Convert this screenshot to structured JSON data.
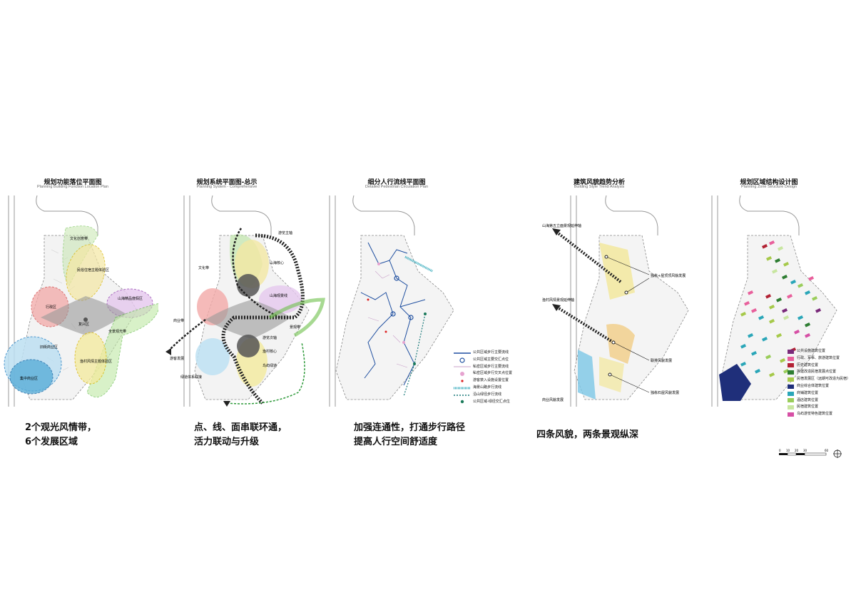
{
  "panels": [
    {
      "title": "规划功能落位平面图",
      "subtitle": "Planning Building Function Location Plan"
    },
    {
      "title": "规划系统平面图-总示",
      "subtitle": "Planning System - Comprehensive"
    },
    {
      "title": "细分人行流线平面图",
      "subtitle": "Detailed Pedestrian Circulation Plan"
    },
    {
      "title": "建筑风貌趋势分析",
      "subtitle": "Building Style Trend Analysis"
    },
    {
      "title": "规划区域结构设计图",
      "subtitle": "Planning Zone Structure Design"
    }
  ],
  "function_labels": [
    "文化创意带",
    "民俗住宿主题体验区",
    "山海精品度假区",
    "行政区",
    "复兴区",
    "全景观光带",
    "旧街商业区",
    "集中商业区",
    "渔村风情主题体验区"
  ],
  "system_labels": [
    "游览主轴",
    "山海核心",
    "文化带",
    "山海观景线",
    "商业带",
    "景观带",
    "游览次轴",
    "游客发展",
    "渔村核心",
    "鸟屿绿道",
    "绿道体系联接"
  ],
  "style_labels": [
    "山海第五立面景观延伸轴",
    "渔村风情景观延伸轴",
    "独栋+屋顶顶风貌发展",
    "联排风貌发展",
    "独栋石屋风貌发展",
    "商业风貌发展"
  ],
  "pedestrian_legend": [
    "公共区域步行主要流线",
    "公共区域主要交汇点位",
    "私密区域步行主要流线",
    "私密区域步行交叉点位置",
    "游客禁入设施设置位置",
    "海景山路步行流线",
    "沿山绿径步行流线",
    "公共区域-绿径交汇点位"
  ],
  "zone_legend": [
    "公共设施建筑位置",
    "行政、军事、旅游建筑位置",
    "历史建筑位置",
    "拆建改造民宿发展点位置",
    "民宿发展区（远期可改造为民宿）",
    "商业综合体建筑位置",
    "商铺建筑位置",
    "酒店建筑位置",
    "民宿建筑位置",
    "乌屿游览特色建筑位置"
  ],
  "zone_colors": [
    "#7a2a7a",
    "#e8609c",
    "#b22234",
    "#2e7d32",
    "#a6c94a",
    "#1f2f7a",
    "#2aa6b8",
    "#9acd5a",
    "#c8e6a0",
    "#d64fa5"
  ],
  "captions": [
    [
      "2个观光风情带，",
      "6个发展区域"
    ],
    [
      "点、线、面串联环通，",
      "活力联动与升级"
    ],
    [
      "加强连通性，打通步行路径",
      "提高人行空间舒适度"
    ],
    [
      "四条风貌，两条景观纵深"
    ]
  ],
  "scale_ticks": [
    "0",
    "10",
    "20",
    "30",
    "60"
  ]
}
